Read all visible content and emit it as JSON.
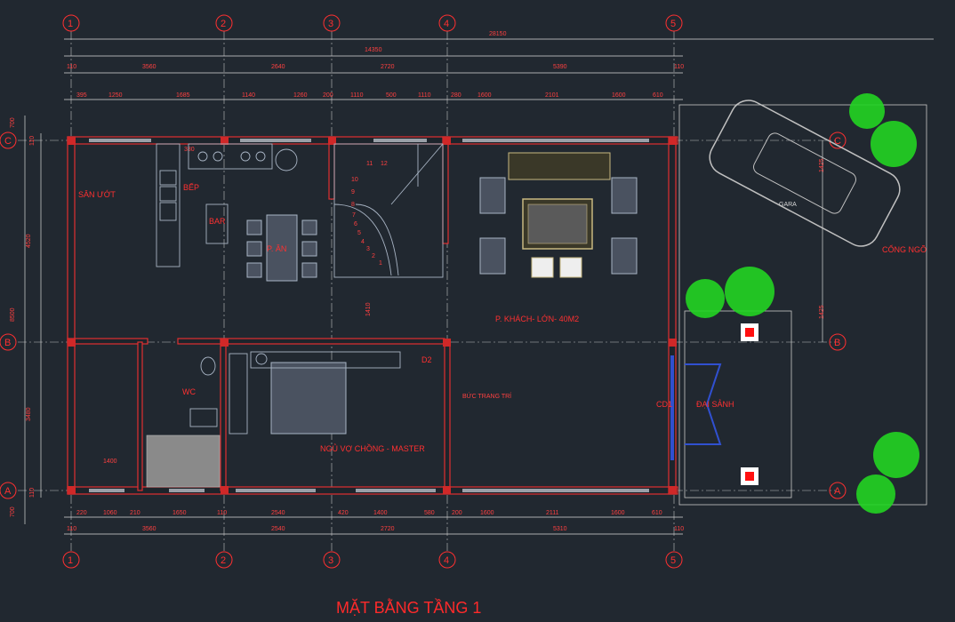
{
  "title": "MẶT BẰNG TẦNG 1",
  "axes_h": [
    "1",
    "2",
    "3",
    "4",
    "5"
  ],
  "axes_v": [
    "C",
    "B",
    "A"
  ],
  "dims": {
    "overall_top": "14350",
    "overall_top2": "28150",
    "top_row2": [
      "110",
      "3560",
      "2640",
      "2720",
      "5390",
      "110"
    ],
    "top_row3": [
      "395",
      "1250",
      "1685",
      "1140",
      "1260",
      "200",
      "1110",
      "500",
      "1110",
      "280",
      "1600",
      "2101",
      "1600",
      "610"
    ],
    "bottom_row1": [
      "220",
      "1060",
      "210",
      "1650",
      "110",
      "2540",
      "420",
      "1400",
      "580",
      "200",
      "1600",
      "2111",
      "1600",
      "610"
    ],
    "bottom_row2": [
      "110",
      "3560",
      "2540",
      "2720",
      "5310",
      "110"
    ],
    "left": [
      "700",
      "110",
      "4520",
      "3480",
      "110",
      "700",
      "8500"
    ],
    "right": [
      "1425",
      "1425"
    ],
    "misc": [
      "380",
      "1400",
      "1410"
    ]
  },
  "rooms": {
    "san_uot": "SÂN ƯỚT",
    "bep": "BẾP",
    "bar": "BAR",
    "p_an": "P. ĂN",
    "wc": "WC",
    "ngu": "NGỦ VỢ CHỒNG - MASTER",
    "khach": "P. KHÁCH- LỚN- 40M2",
    "dai_sanh": "ĐẠI SẢNH",
    "gara": "GARA",
    "cong_ngo": "CỔNG NGÕ",
    "buc_trang_tri": "BỨC TRANG TRÍ",
    "cd1": "CD1",
    "d2": "D2"
  },
  "stairs": [
    "1",
    "2",
    "3",
    "4",
    "5",
    "6",
    "7",
    "8",
    "9",
    "10",
    "11",
    "12"
  ]
}
